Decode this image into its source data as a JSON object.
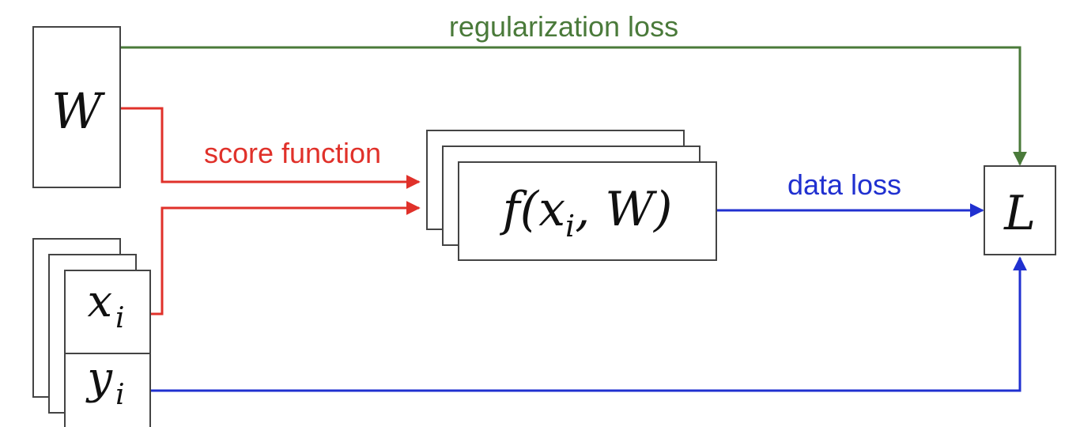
{
  "colors": {
    "regularization": "#4a7a3a",
    "score": "#e0312a",
    "data": "#2030d0",
    "box_border": "#444444"
  },
  "nodes": {
    "W": "W",
    "x_base": "x",
    "x_sub": "i",
    "y_base": "y",
    "y_sub": "i",
    "f_pre": "f(x",
    "f_sub": "i",
    "f_post": ", W)",
    "L": "L"
  },
  "edges": {
    "regularization_loss": "regularization loss",
    "score_function": "score function",
    "data_loss": "data loss"
  }
}
